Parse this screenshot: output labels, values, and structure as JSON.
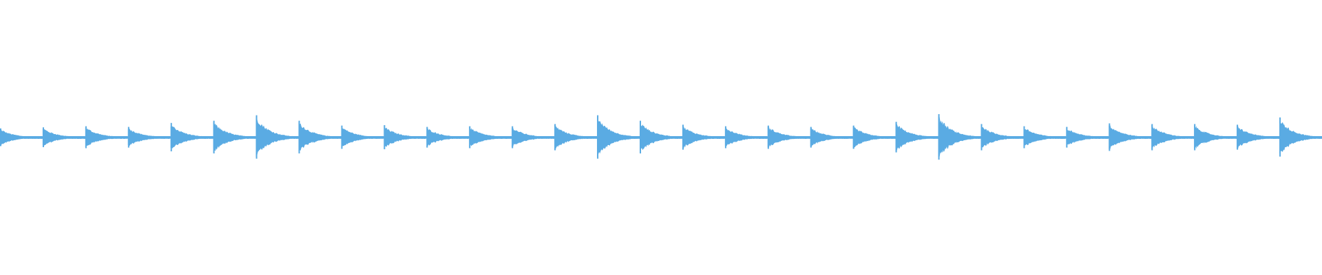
{
  "waveform": {
    "color": "#5aabe3",
    "background": "#ffffff",
    "segments": [
      {
        "strength": 0.35
      },
      {
        "strength": 0.4
      },
      {
        "strength": 0.45
      },
      {
        "strength": 0.42
      },
      {
        "strength": 0.6
      },
      {
        "strength": 0.7
      },
      {
        "strength": 0.95
      },
      {
        "strength": 0.7
      },
      {
        "strength": 0.48
      },
      {
        "strength": 0.5
      },
      {
        "strength": 0.42
      },
      {
        "strength": 0.45
      },
      {
        "strength": 0.45
      },
      {
        "strength": 0.55
      },
      {
        "strength": 0.95
      },
      {
        "strength": 0.7
      },
      {
        "strength": 0.52
      },
      {
        "strength": 0.45
      },
      {
        "strength": 0.48
      },
      {
        "strength": 0.42
      },
      {
        "strength": 0.48
      },
      {
        "strength": 0.65
      },
      {
        "strength": 1.0
      },
      {
        "strength": 0.55
      },
      {
        "strength": 0.45
      },
      {
        "strength": 0.42
      },
      {
        "strength": 0.58
      },
      {
        "strength": 0.55
      },
      {
        "strength": 0.55
      },
      {
        "strength": 0.52
      },
      {
        "strength": 0.85
      }
    ]
  }
}
